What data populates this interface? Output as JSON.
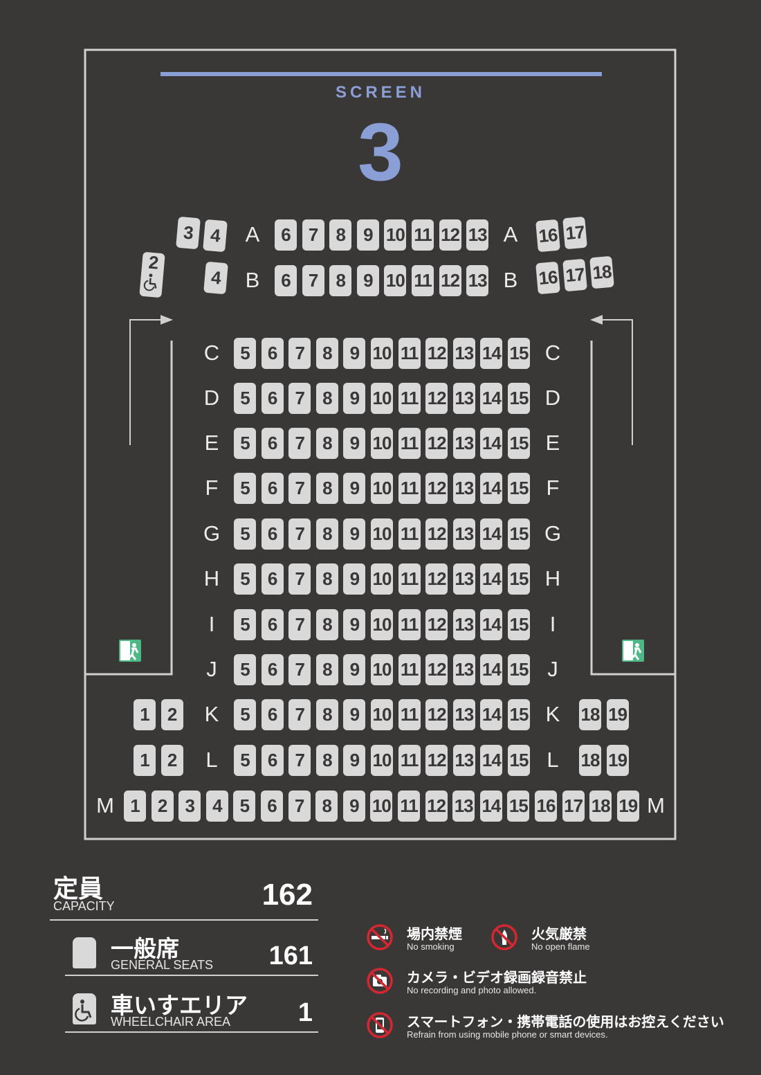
{
  "screen": {
    "label": "SCREEN",
    "number": "3"
  },
  "rows": [
    {
      "label": "A",
      "left": [
        "3",
        "4"
      ],
      "center": [
        "6",
        "7",
        "8",
        "9",
        "10",
        "11",
        "12",
        "13"
      ],
      "right": [
        "16",
        "17"
      ]
    },
    {
      "label": "B",
      "left": [
        "4"
      ],
      "center": [
        "6",
        "7",
        "8",
        "9",
        "10",
        "11",
        "12",
        "13"
      ],
      "right": [
        "16",
        "17",
        "18"
      ],
      "wheelchair": "2"
    },
    {
      "label": "C",
      "center": [
        "5",
        "6",
        "7",
        "8",
        "9",
        "10",
        "11",
        "12",
        "13",
        "14",
        "15"
      ]
    },
    {
      "label": "D",
      "center": [
        "5",
        "6",
        "7",
        "8",
        "9",
        "10",
        "11",
        "12",
        "13",
        "14",
        "15"
      ]
    },
    {
      "label": "E",
      "center": [
        "5",
        "6",
        "7",
        "8",
        "9",
        "10",
        "11",
        "12",
        "13",
        "14",
        "15"
      ]
    },
    {
      "label": "F",
      "center": [
        "5",
        "6",
        "7",
        "8",
        "9",
        "10",
        "11",
        "12",
        "13",
        "14",
        "15"
      ]
    },
    {
      "label": "G",
      "center": [
        "5",
        "6",
        "7",
        "8",
        "9",
        "10",
        "11",
        "12",
        "13",
        "14",
        "15"
      ]
    },
    {
      "label": "H",
      "center": [
        "5",
        "6",
        "7",
        "8",
        "9",
        "10",
        "11",
        "12",
        "13",
        "14",
        "15"
      ]
    },
    {
      "label": "I",
      "center": [
        "5",
        "6",
        "7",
        "8",
        "9",
        "10",
        "11",
        "12",
        "13",
        "14",
        "15"
      ]
    },
    {
      "label": "J",
      "center": [
        "5",
        "6",
        "7",
        "8",
        "9",
        "10",
        "11",
        "12",
        "13",
        "14",
        "15"
      ]
    },
    {
      "label": "K",
      "left": [
        "1",
        "2"
      ],
      "center": [
        "5",
        "6",
        "7",
        "8",
        "9",
        "10",
        "11",
        "12",
        "13",
        "14",
        "15"
      ],
      "right": [
        "18",
        "19"
      ]
    },
    {
      "label": "L",
      "left": [
        "1",
        "2"
      ],
      "center": [
        "5",
        "6",
        "7",
        "8",
        "9",
        "10",
        "11",
        "12",
        "13",
        "14",
        "15"
      ],
      "right": [
        "18",
        "19"
      ]
    },
    {
      "label": "M",
      "center": [
        "1",
        "2",
        "3",
        "4",
        "5",
        "6",
        "7",
        "8",
        "9",
        "10",
        "11",
        "12",
        "13",
        "14",
        "15",
        "16",
        "17",
        "18",
        "19"
      ]
    }
  ],
  "legend": {
    "capacity_jp": "定員",
    "capacity_en": "CAPACITY",
    "capacity_value": "162",
    "general_jp": "一般席",
    "general_en": "GENERAL SEATS",
    "general_value": "161",
    "wheel_jp": "車いすエリア",
    "wheel_en": "WHEELCHAIR AREA",
    "wheel_value": "1"
  },
  "notices": [
    {
      "jp": "場内禁煙",
      "en": "No smoking",
      "icon": "no-smoking-icon"
    },
    {
      "jp": "火気厳禁",
      "en": "No open flame",
      "icon": "no-flame-icon"
    },
    {
      "jp": "カメラ・ビデオ録画録音禁止",
      "en": "No recording and photo allowed.",
      "icon": "no-camera-icon"
    },
    {
      "jp": "スマートフォン・携帯電話の使用はお控えください",
      "en": "Refrain from using mobile phone or smart devices.",
      "icon": "no-phone-icon"
    }
  ],
  "colors": {
    "background": "#3a3737",
    "screen": "#8a9fd6",
    "seat": "#d9d9d9",
    "exit": "#4cb883",
    "prohibit": "#d7262f"
  }
}
